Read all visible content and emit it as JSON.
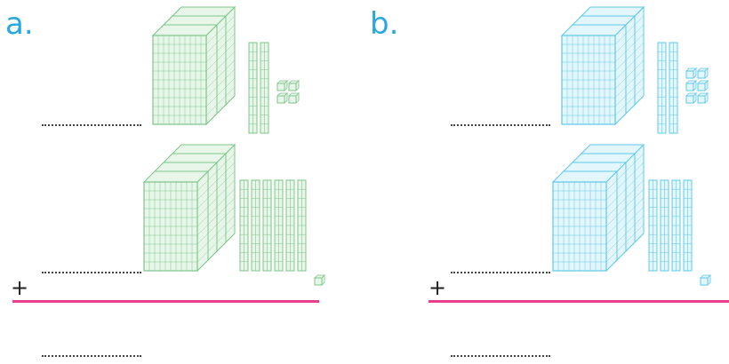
{
  "panels": [
    {
      "label": "a.",
      "block_color": "#7cc58a",
      "fill_color": "#e8f6ea",
      "label_color": "#29a8e0",
      "line_color": "#e83e8c",
      "top_row": {
        "hundreds": 3,
        "tens": 2,
        "ones": 4
      },
      "bottom_row": {
        "hundreds": 4,
        "tens": 6,
        "ones": 1
      },
      "operator": "+"
    },
    {
      "label": "b.",
      "block_color": "#5fc8e8",
      "fill_color": "#e3f6fc",
      "label_color": "#29a8e0",
      "line_color": "#e83e8c",
      "top_row": {
        "hundreds": 3,
        "tens": 2,
        "ones": 6
      },
      "bottom_row": {
        "hundreds": 4,
        "tens": 4,
        "ones": 1
      },
      "operator": "+"
    }
  ]
}
